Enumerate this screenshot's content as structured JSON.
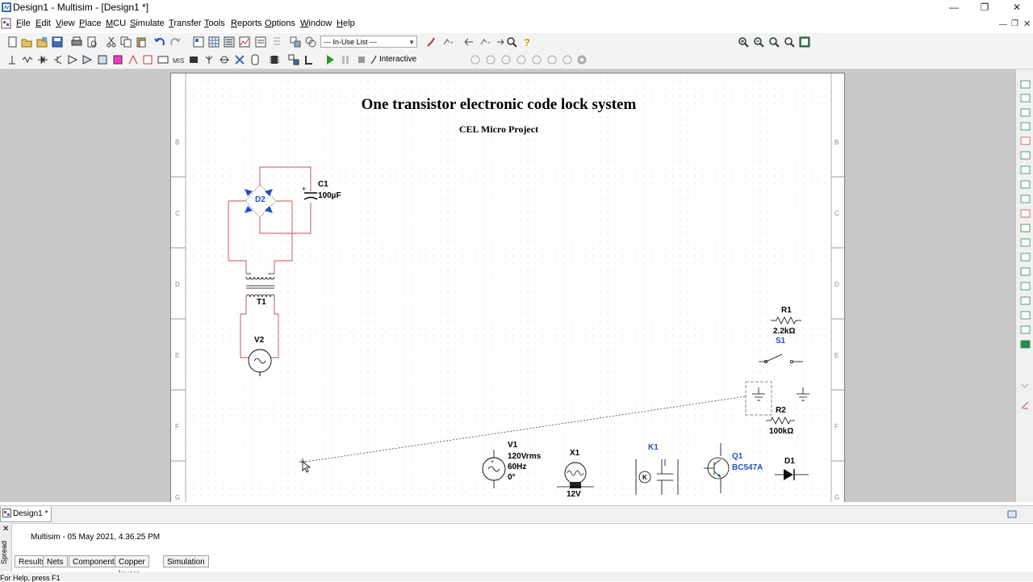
{
  "window": {
    "title": "Design1 - Multisim - [Design1 *]"
  },
  "menu": [
    "File",
    "Edit",
    "View",
    "Place",
    "MCU",
    "Simulate",
    "Transfer",
    "Tools",
    "Reports",
    "Options",
    "Window",
    "Help"
  ],
  "toolbar": {
    "in_use_list": "--- In-Use List ---",
    "interactive_label": "Interactive"
  },
  "schematic": {
    "title": "One transistor electronic code lock system",
    "subtitle": "CEL Micro Project",
    "border_row_labels": [
      "B",
      "C",
      "D",
      "E",
      "F",
      "G"
    ],
    "components": {
      "d2": "D2",
      "c1_name": "C1",
      "c1_value": "100µF",
      "t1": "T1",
      "v2": "V2",
      "r1_name": "R1",
      "r1_value": "2.2kΩ",
      "s1": "S1",
      "r2_name": "R2",
      "r2_value": "100kΩ",
      "v1_name": "V1",
      "v1_volt": "120Vrms",
      "v1_freq": "60Hz",
      "v1_phase": "0°",
      "x1_name": "X1",
      "x1_value": "12V",
      "k1_name": "K1",
      "k1_symbol": "K",
      "q1_name": "Q1",
      "q1_value": "BC547A",
      "d1": "D1"
    }
  },
  "tabs": {
    "design_tab": "Design1 *"
  },
  "spreadsheet": {
    "side_label": "Spread",
    "log_entry": "Multisim  -  05 May 2021, 4.36.25 PM",
    "tabs": [
      "Results",
      "Nets",
      "Components",
      "Copper layers",
      "Simulation"
    ]
  },
  "status": {
    "help": "For Help, press F1"
  }
}
